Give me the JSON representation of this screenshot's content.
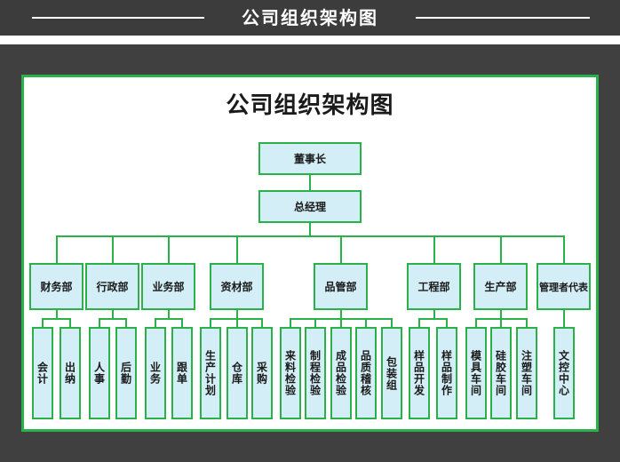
{
  "banner": {
    "title": "公司组织架构图"
  },
  "chart": {
    "title": "公司组织架构图"
  },
  "nodes": {
    "chairman": "董事长",
    "gm": "总经理",
    "departments": [
      "财务部",
      "行政部",
      "业务部",
      "资材部",
      "品管部",
      "工程部",
      "生产部",
      "管理者代表"
    ],
    "finance": [
      "会计",
      "出纳"
    ],
    "admin": [
      "人事",
      "后勤"
    ],
    "business": [
      "业务",
      "跟单"
    ],
    "materials": [
      "生产计划",
      "仓库",
      "采购"
    ],
    "quality": [
      "来料检验",
      "制程检验",
      "成品检验",
      "品质稽核",
      "包装组"
    ],
    "engineering": [
      "样品开发",
      "样品制作"
    ],
    "production": [
      "模具车间",
      "硅胶车间",
      "注塑车间"
    ],
    "rep": [
      "文控中心"
    ]
  },
  "colors": {
    "border": "#2bb14a",
    "fill": "#d3eef6",
    "frame": "#404040",
    "banner": "#3c3c3c"
  }
}
